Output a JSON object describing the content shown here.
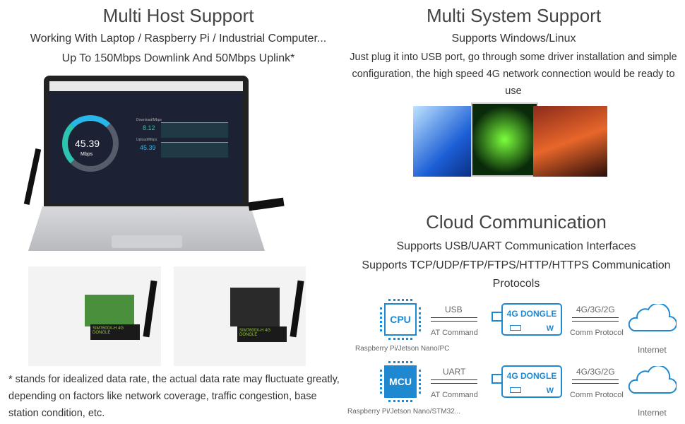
{
  "left": {
    "title": "Multi Host Support",
    "subtitle1": "Working With Laptop / Raspberry Pi / Industrial Computer...",
    "subtitle2": "Up To 150Mbps Downlink And 50Mbps Uplink*",
    "laptop_screen": {
      "speed_value": "45.39",
      "speed_unit": "Mbps",
      "download_label": "Download/Mbps",
      "download_value": "8.12",
      "upload_label": "Upload/Mbps",
      "upload_value": "45.39"
    },
    "photo_labels": [
      "SIM7600X-H 4G DONGLE",
      "SIM7600X-H 4G DONGLE"
    ],
    "footnote": "* stands for idealized data rate, the actual data rate may fluctuate greatly, depending on factors like network coverage, traffic congestion, base station condition, etc."
  },
  "right": {
    "title": "Multi System Support",
    "subtitle": "Supports Windows/Linux",
    "paragraph": "Just plug it into USB port, go through some driver installation and simple configuration, the high speed 4G network connection would be ready to use",
    "cloud_title": "Cloud Communication",
    "cloud_line1": "Supports USB/UART Communication Interfaces",
    "cloud_line2": "Supports TCP/UDP/FTP/FTPS/HTTP/HTTPS Communication",
    "cloud_line3": "Protocols",
    "rows": [
      {
        "chip": "CPU",
        "host": "Raspberry Pi/Jetson Nano/PC",
        "iface": "USB",
        "cmd": "AT Command",
        "dongle": "4G DONGLE",
        "net": "4G/3G/2G",
        "proto": "Comm Protocol",
        "cloud": "Internet"
      },
      {
        "chip": "MCU",
        "host": "Raspberry Pi/Jetson Nano/STM32...",
        "iface": "UART",
        "cmd": "AT Command",
        "dongle": "4G DONGLE",
        "net": "4G/3G/2G",
        "proto": "Comm Protocol",
        "cloud": "Internet"
      }
    ]
  },
  "colors": {
    "accent": "#1e88d0"
  }
}
